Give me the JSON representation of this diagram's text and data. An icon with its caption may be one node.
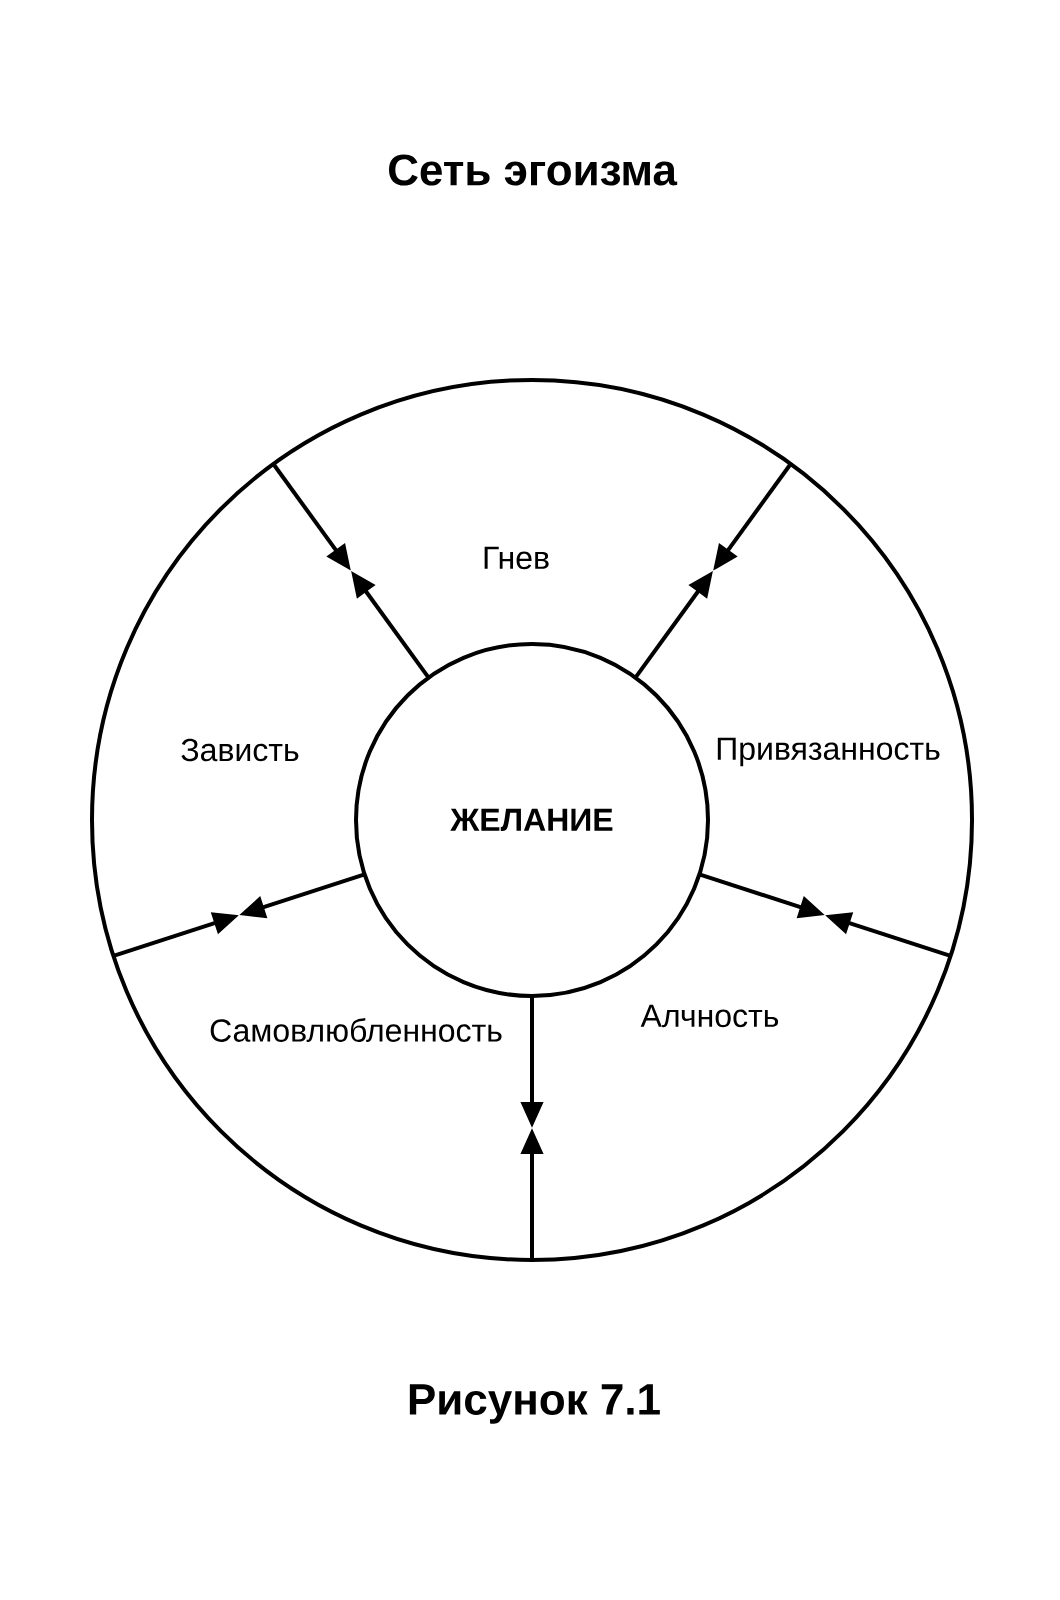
{
  "diagram": {
    "title": "Сеть эгоизма",
    "caption": "Рисунок 7.1",
    "nodes": [
      {
        "text": [
          "Гнев",
          "Зависть",
          "Привязанность",
          "Самовлюбленность",
          "Алчность"
        ]
      },
      {
        "text": [
          "ЖЕЛАНИЕ"
        ],
        "in": 0
      }
    ],
    "edges": [
      {
        "from": 1,
        "to": null,
        "arrow": "to"
      },
      {
        "from": 0,
        "to": null,
        "arrow": "to"
      },
      {
        "from": 1,
        "to": null,
        "arrow": "to"
      },
      {
        "from": 0,
        "to": null,
        "arrow": "to"
      },
      {
        "from": 1,
        "to": null,
        "arrow": "to"
      },
      {
        "from": 0,
        "to": null,
        "arrow": "to"
      },
      {
        "from": 1,
        "to": null,
        "arrow": "to"
      },
      {
        "from": 0,
        "to": null,
        "arrow": "to"
      },
      {
        "from": 1,
        "to": null,
        "arrow": "to"
      },
      {
        "from": 0,
        "to": null,
        "arrow": "to"
      }
    ]
  }
}
